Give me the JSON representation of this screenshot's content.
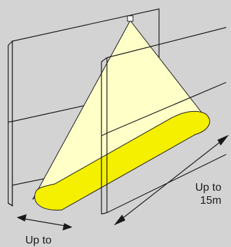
{
  "diagram": {
    "labels": {
      "length_line1": "Up to",
      "length_line2": "15m",
      "width_line1": "Up to"
    },
    "colors": {
      "background": "#d3d3d3",
      "cone": "#ffffc8",
      "floor_patch": "#f5ef00",
      "wall": "#d3d3d3",
      "stroke": "#1a1a1a"
    },
    "icons": [
      "sensor-icon",
      "double-arrow-icon"
    ]
  }
}
